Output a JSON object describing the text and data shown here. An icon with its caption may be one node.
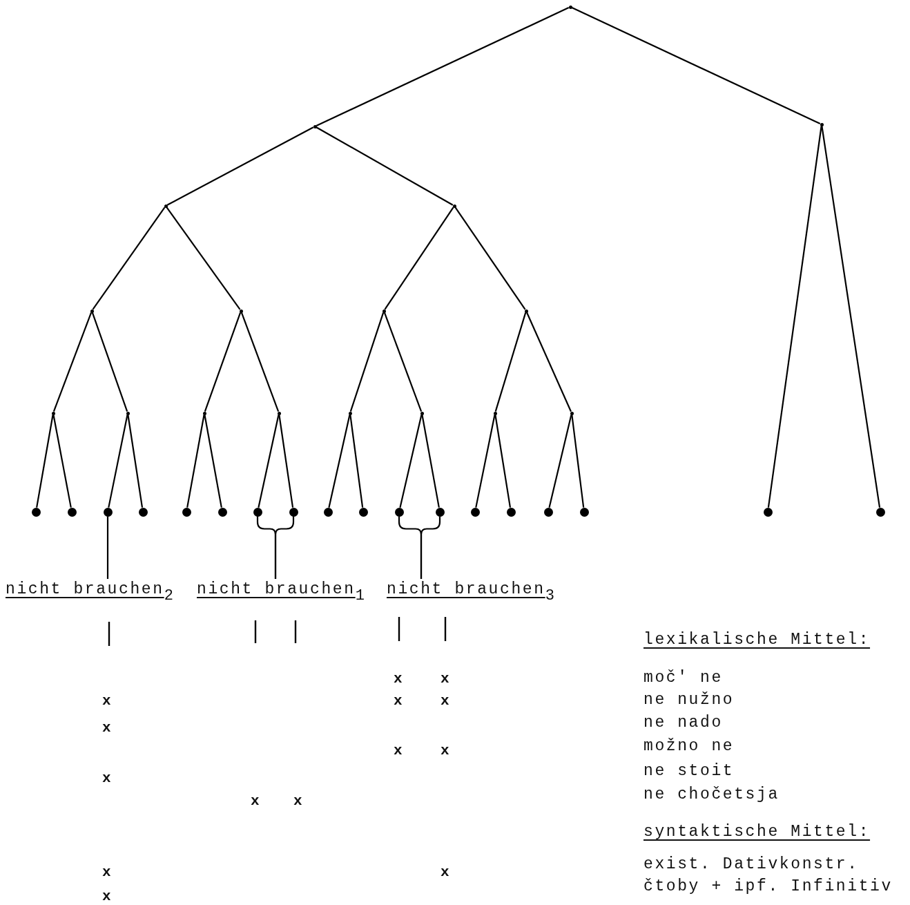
{
  "diagram": {
    "nodes": [
      {
        "text": [],
        "shape": "point"
      },
      {
        "text": [],
        "shape": "point"
      },
      {
        "text": [],
        "shape": "point"
      },
      {
        "text": [],
        "shape": "point"
      },
      {
        "text": [],
        "shape": "point"
      },
      {
        "text": [],
        "shape": "point"
      },
      {
        "text": [],
        "shape": "point"
      },
      {
        "text": [],
        "shape": "point"
      },
      {
        "text": [],
        "shape": "point"
      },
      {
        "text": [],
        "shape": "point"
      },
      {
        "text": [],
        "shape": "point"
      },
      {
        "text": [],
        "shape": "point"
      },
      {
        "text": [],
        "shape": "point"
      },
      {
        "text": [],
        "shape": "point"
      },
      {
        "text": [],
        "shape": "point"
      },
      {
        "text": [],
        "shape": "point"
      },
      {
        "text": [],
        "shape": "point"
      },
      {
        "text": [],
        "shape": "dot"
      },
      {
        "text": [],
        "shape": "dot"
      },
      {
        "text": [],
        "shape": "dot"
      },
      {
        "text": [],
        "shape": "dot"
      },
      {
        "text": [],
        "shape": "dot"
      },
      {
        "text": [],
        "shape": "dot"
      },
      {
        "text": [],
        "shape": "dot"
      },
      {
        "text": [],
        "shape": "dot"
      },
      {
        "text": [],
        "shape": "dot"
      },
      {
        "text": [],
        "shape": "dot"
      },
      {
        "text": [],
        "shape": "dot"
      },
      {
        "text": [],
        "shape": "dot"
      },
      {
        "text": [],
        "shape": "dot"
      },
      {
        "text": [],
        "shape": "dot"
      },
      {
        "text": [],
        "shape": "dot"
      },
      {
        "text": [],
        "shape": "dot"
      },
      {
        "text": [],
        "shape": "dot"
      },
      {
        "text": [],
        "shape": "dot"
      },
      {
        "text": [
          "nicht brauchen$_{2}$"
        ]
      },
      {
        "text": [
          "nicht brauchen$_{1}$"
        ]
      },
      {
        "text": [
          "nicht brauchen$_{3}$"
        ]
      }
    ],
    "edges": [
      {
        "from": 0,
        "to": 1,
        "arrow": "none"
      },
      {
        "from": 0,
        "to": 2,
        "arrow": "none"
      },
      {
        "from": 1,
        "to": 3,
        "arrow": "none"
      },
      {
        "from": 1,
        "to": 4,
        "arrow": "none"
      },
      {
        "from": 3,
        "to": 5,
        "arrow": "none"
      },
      {
        "from": 3,
        "to": 6,
        "arrow": "none"
      },
      {
        "from": 4,
        "to": 7,
        "arrow": "none"
      },
      {
        "from": 4,
        "to": 8,
        "arrow": "none"
      },
      {
        "from": 5,
        "to": 9,
        "arrow": "none"
      },
      {
        "from": 5,
        "to": 10,
        "arrow": "none"
      },
      {
        "from": 6,
        "to": 11,
        "arrow": "none"
      },
      {
        "from": 6,
        "to": 12,
        "arrow": "none"
      },
      {
        "from": 7,
        "to": 13,
        "arrow": "none"
      },
      {
        "from": 7,
        "to": 14,
        "arrow": "none"
      },
      {
        "from": 8,
        "to": 15,
        "arrow": "none"
      },
      {
        "from": 8,
        "to": 16,
        "arrow": "none"
      },
      {
        "from": 9,
        "to": 17,
        "arrow": "none"
      },
      {
        "from": 9,
        "to": 18,
        "arrow": "none"
      },
      {
        "from": 10,
        "to": 19,
        "arrow": "none"
      },
      {
        "from": 10,
        "to": 20,
        "arrow": "none"
      },
      {
        "from": 11,
        "to": 21,
        "arrow": "none"
      },
      {
        "from": 11,
        "to": 22,
        "arrow": "none"
      },
      {
        "from": 12,
        "to": 23,
        "arrow": "none"
      },
      {
        "from": 12,
        "to": 24,
        "arrow": "none"
      },
      {
        "from": 13,
        "to": 25,
        "arrow": "none"
      },
      {
        "from": 13,
        "to": 26,
        "arrow": "none"
      },
      {
        "from": 14,
        "to": 27,
        "arrow": "none"
      },
      {
        "from": 14,
        "to": 28,
        "arrow": "none"
      },
      {
        "from": 15,
        "to": 29,
        "arrow": "none"
      },
      {
        "from": 15,
        "to": 30,
        "arrow": "none"
      },
      {
        "from": 16,
        "to": 31,
        "arrow": "none"
      },
      {
        "from": 16,
        "to": 32,
        "arrow": "none"
      },
      {
        "from": 2,
        "to": 33,
        "arrow": "none"
      },
      {
        "from": 2,
        "to": 34,
        "arrow": "none"
      },
      {
        "from": 19,
        "to": 35,
        "arrow": "none"
      },
      {
        "from": 23,
        "to": 36,
        "arrow": "none"
      },
      {
        "from": 24,
        "to": 36,
        "arrow": "none"
      },
      {
        "from": 27,
        "to": 37,
        "arrow": "none"
      },
      {
        "from": 28,
        "to": 37,
        "arrow": "none"
      }
    ],
    "labels": [
      "lexikalische Mittel:",
      "x",
      "x",
      "moč' ne",
      "x",
      "x",
      "x",
      "ne nužno",
      "x",
      "ne nado",
      "x",
      "x",
      "možno ne",
      "x",
      "ne stoit",
      "x",
      "x",
      "ne chočetsja",
      "syntaktische Mittel:",
      "x",
      "x",
      "exist. Dativkonstr.",
      "x",
      "čtoby + ipf. Infinitiv"
    ]
  }
}
